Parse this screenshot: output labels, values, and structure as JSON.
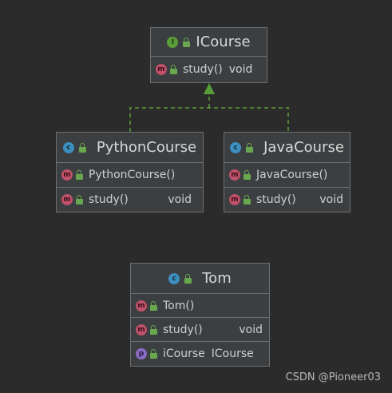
{
  "icourse": {
    "name": "ICourse",
    "method_name": "study()",
    "method_return": "void"
  },
  "python_course": {
    "name": "PythonCourse",
    "constructor": "PythonCourse()",
    "method_name": "study()",
    "method_return": "void"
  },
  "java_course": {
    "name": "JavaCourse",
    "constructor": "JavaCourse()",
    "method_name": "study()",
    "method_return": "void"
  },
  "tom": {
    "name": "Tom",
    "constructor": "Tom()",
    "method_name": "study()",
    "method_return": "void",
    "field_name": "iCourse",
    "field_type": "ICourse"
  },
  "badges": {
    "interface": "I",
    "class": "c",
    "method": "m",
    "property": "p"
  },
  "watermark": "CSDN @Pioneer03",
  "colors": {
    "background": "#2b2b2b",
    "box": "#3c3f41",
    "connector": "#5a9e3a",
    "interface_badge": "#5a9e3a",
    "class_badge": "#3d8fbf",
    "method_badge": "#c0516b",
    "property_badge": "#8a6cc4"
  }
}
